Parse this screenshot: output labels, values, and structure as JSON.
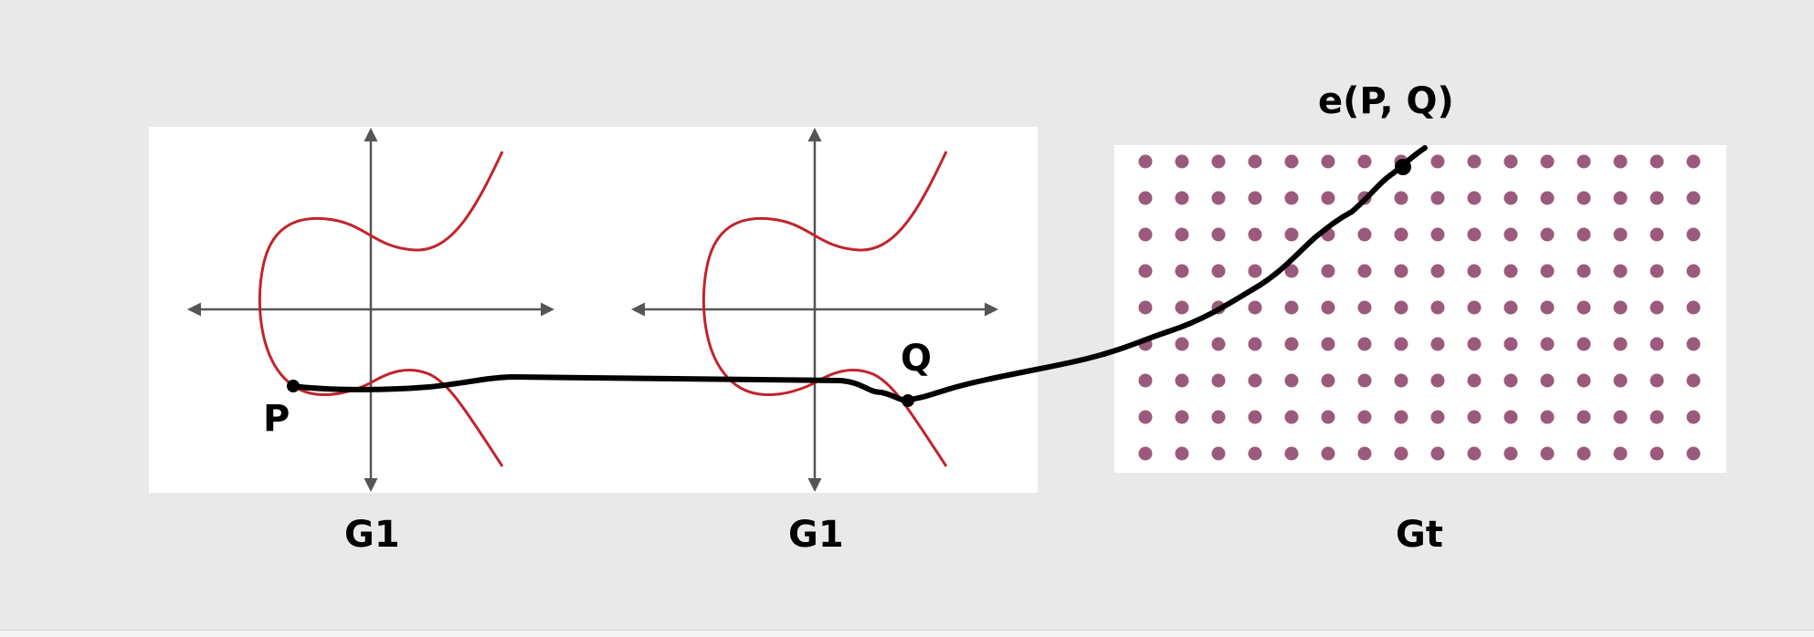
{
  "diagram": {
    "groups": [
      {
        "label": "G1"
      },
      {
        "label": "G1"
      },
      {
        "label": "Gt"
      }
    ],
    "points": {
      "p": "P",
      "q": "Q",
      "pairing": "e(P, Q)"
    },
    "colors": {
      "background": "#e9e9e9",
      "curve": "#c0252b",
      "axis": "#555555",
      "path": "#000000",
      "dot": "#9b5a7b"
    }
  }
}
